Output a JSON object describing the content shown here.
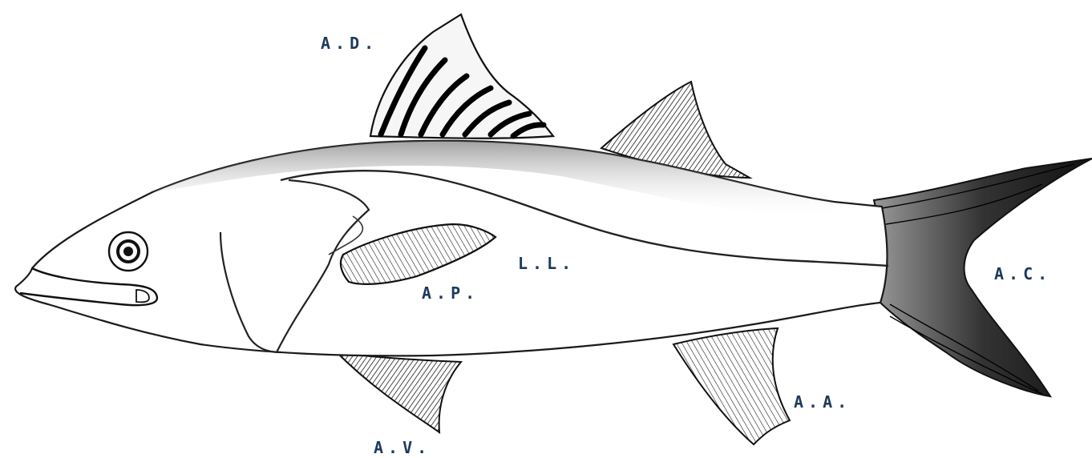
{
  "colors": {
    "label": "#1c3a5c",
    "ink": "#1a1a1a",
    "paper": "#ffffff"
  },
  "labels": {
    "dorsal_fin": "A.D.",
    "lateral_line": "L.L.",
    "pectoral_fin": "A.P.",
    "caudal_fin": "A.C.",
    "anal_fin": "A.A.",
    "ventral_fin": "A.V."
  }
}
